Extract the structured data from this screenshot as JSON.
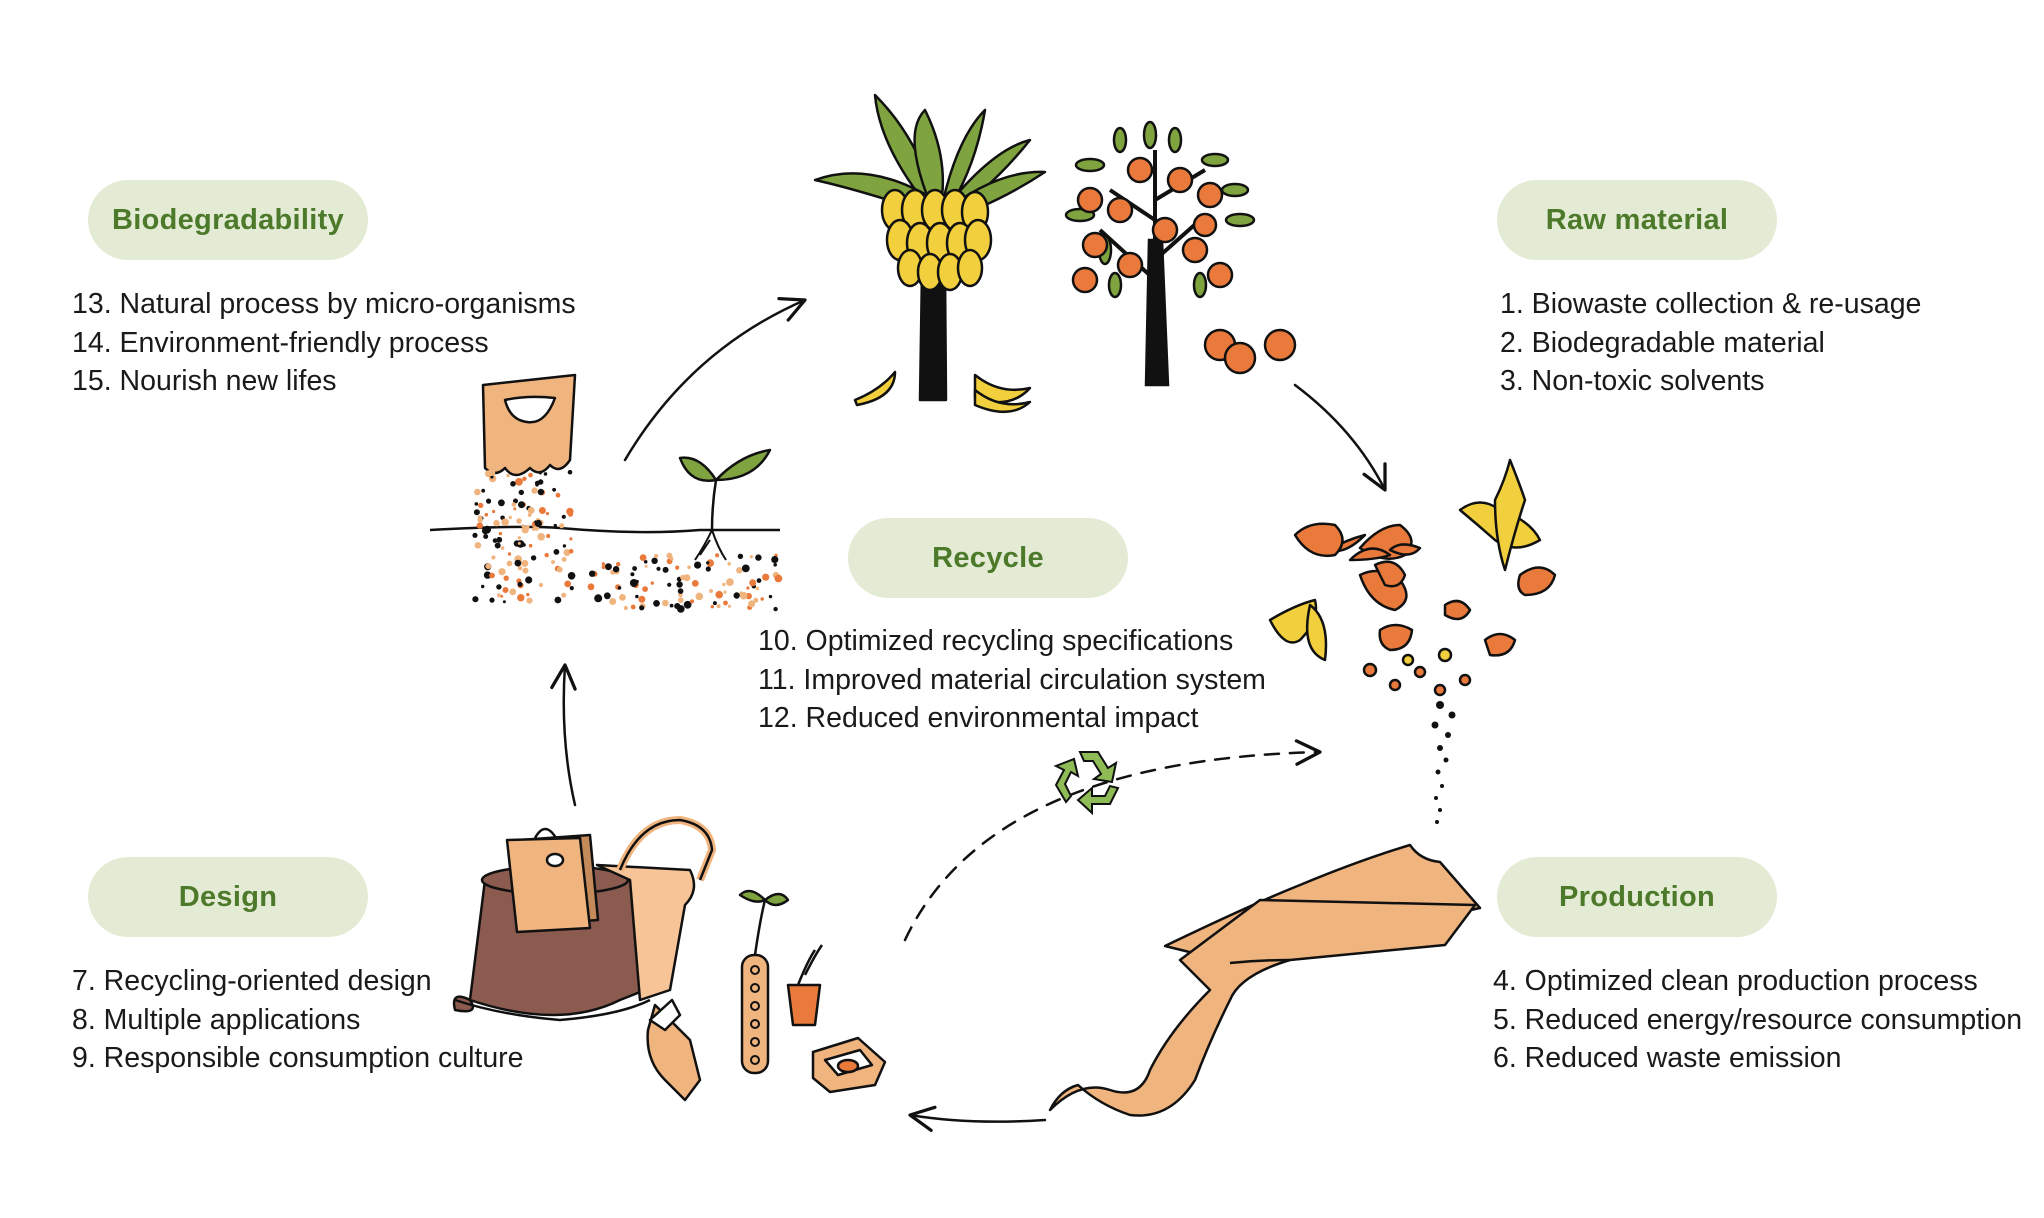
{
  "stages": {
    "biodegradability": {
      "label": "Biodegradability",
      "items": [
        "13. Natural process by micro-organisms",
        "14. Environment-friendly process",
        "15. Nourish new lifes"
      ]
    },
    "raw_material": {
      "label": "Raw material",
      "items": [
        "1. Biowaste collection & re-usage",
        "2. Biodegradable material",
        "3. Non-toxic solvents"
      ]
    },
    "recycle": {
      "label": "Recycle",
      "items": [
        "10. Optimized recycling specifications",
        "11. Improved material circulation system",
        "12. Reduced environmental impact"
      ]
    },
    "design": {
      "label": "Design",
      "items": [
        "7. Recycling-oriented design",
        "8. Multiple applications",
        "9. Responsible consumption culture"
      ]
    },
    "production": {
      "label": "Production",
      "items": [
        "4. Optimized clean production process",
        "5. Reduced energy/resource consumption",
        "6. Reduced waste emission"
      ]
    }
  },
  "colors": {
    "pill_bg": "#e3ebd5",
    "pill_text": "#4d7a2a",
    "leaf": "#7ea33f",
    "banana": "#f2cf3c",
    "orange": "#e97a3c",
    "kraft": "#f0b47f",
    "trunk": "#111111",
    "stump": "#8a5b4e"
  },
  "icons": [
    "banana-tree-icon",
    "orange-tree-icon",
    "fruit-peel-icon",
    "material-sheet-icon",
    "products-icon",
    "compost-bag-icon",
    "sprout-icon",
    "recycle-symbol-icon"
  ]
}
